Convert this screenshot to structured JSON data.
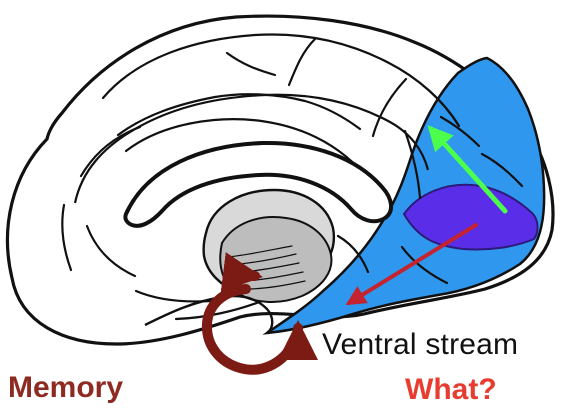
{
  "labels": {
    "ventral_stream": "Ventral stream",
    "memory": "Memory",
    "what": "What?"
  },
  "colors": {
    "background": "#ffffff",
    "outline": "#111111",
    "ventral_blue": "#2f97ee",
    "ventral_dark_blue": "#5a2ee8",
    "thalamus_gray": "#bdbdbd",
    "inner_gray": "#d9d9d9",
    "green_arrow": "#4cff4c",
    "red_arrow": "#c4232f",
    "memory_arrow": "#7c1a14",
    "memory_text": "#8e2a22",
    "what_text": "#e73c2f"
  }
}
